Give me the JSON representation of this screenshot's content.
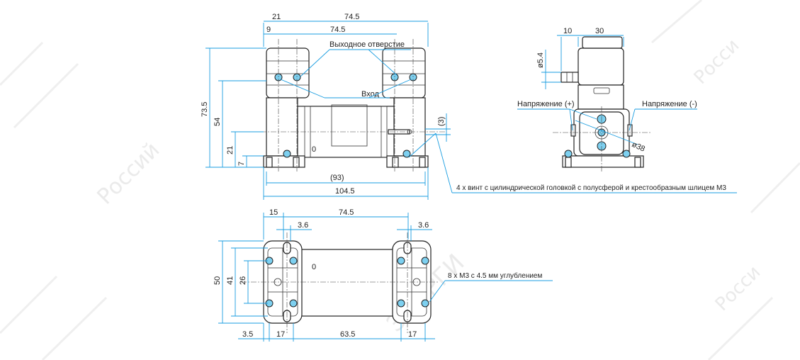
{
  "front_view": {
    "dim_top_21": "21",
    "dim_top_745": "74.5",
    "dim_top2_9": "9",
    "dim_top2_745": "74.5",
    "label_outlet": "Выходное отверстие",
    "label_inlet": "Вход",
    "dim_left_735": "73.5",
    "dim_left_54": "54",
    "dim_left_21": "21",
    "dim_left_7": "7",
    "dim_right_3": "(3)",
    "dim_bottom_93": "(93)",
    "dim_bottom_1045": "104.5",
    "screw_note": "4 х винт с цилиндрической головкой с полусферой и крестообразным шлицем М3"
  },
  "side_view": {
    "dim_10": "10",
    "dim_30": "30",
    "dim_d54": "ø5.4",
    "label_voltage_plus": "Напряжение (+)",
    "label_voltage_minus": "Напряжение (-)",
    "dim_d38": "ø38"
  },
  "bottom_view": {
    "dim_15": "15",
    "dim_745": "74.5",
    "dim_36_left": "3.6",
    "dim_36_right": "3.6",
    "dim_50": "50",
    "dim_41": "41",
    "dim_26": "26",
    "dim_35": "3.5",
    "dim_17_left": "17",
    "dim_635": "63.5",
    "dim_17_right": "17",
    "hole_note": "8 х М3 с 4.5 мм углублением"
  },
  "colors": {
    "dimension_line": "#1a9de0",
    "screw_fill": "#7dd0f0",
    "outline": "#222222"
  }
}
